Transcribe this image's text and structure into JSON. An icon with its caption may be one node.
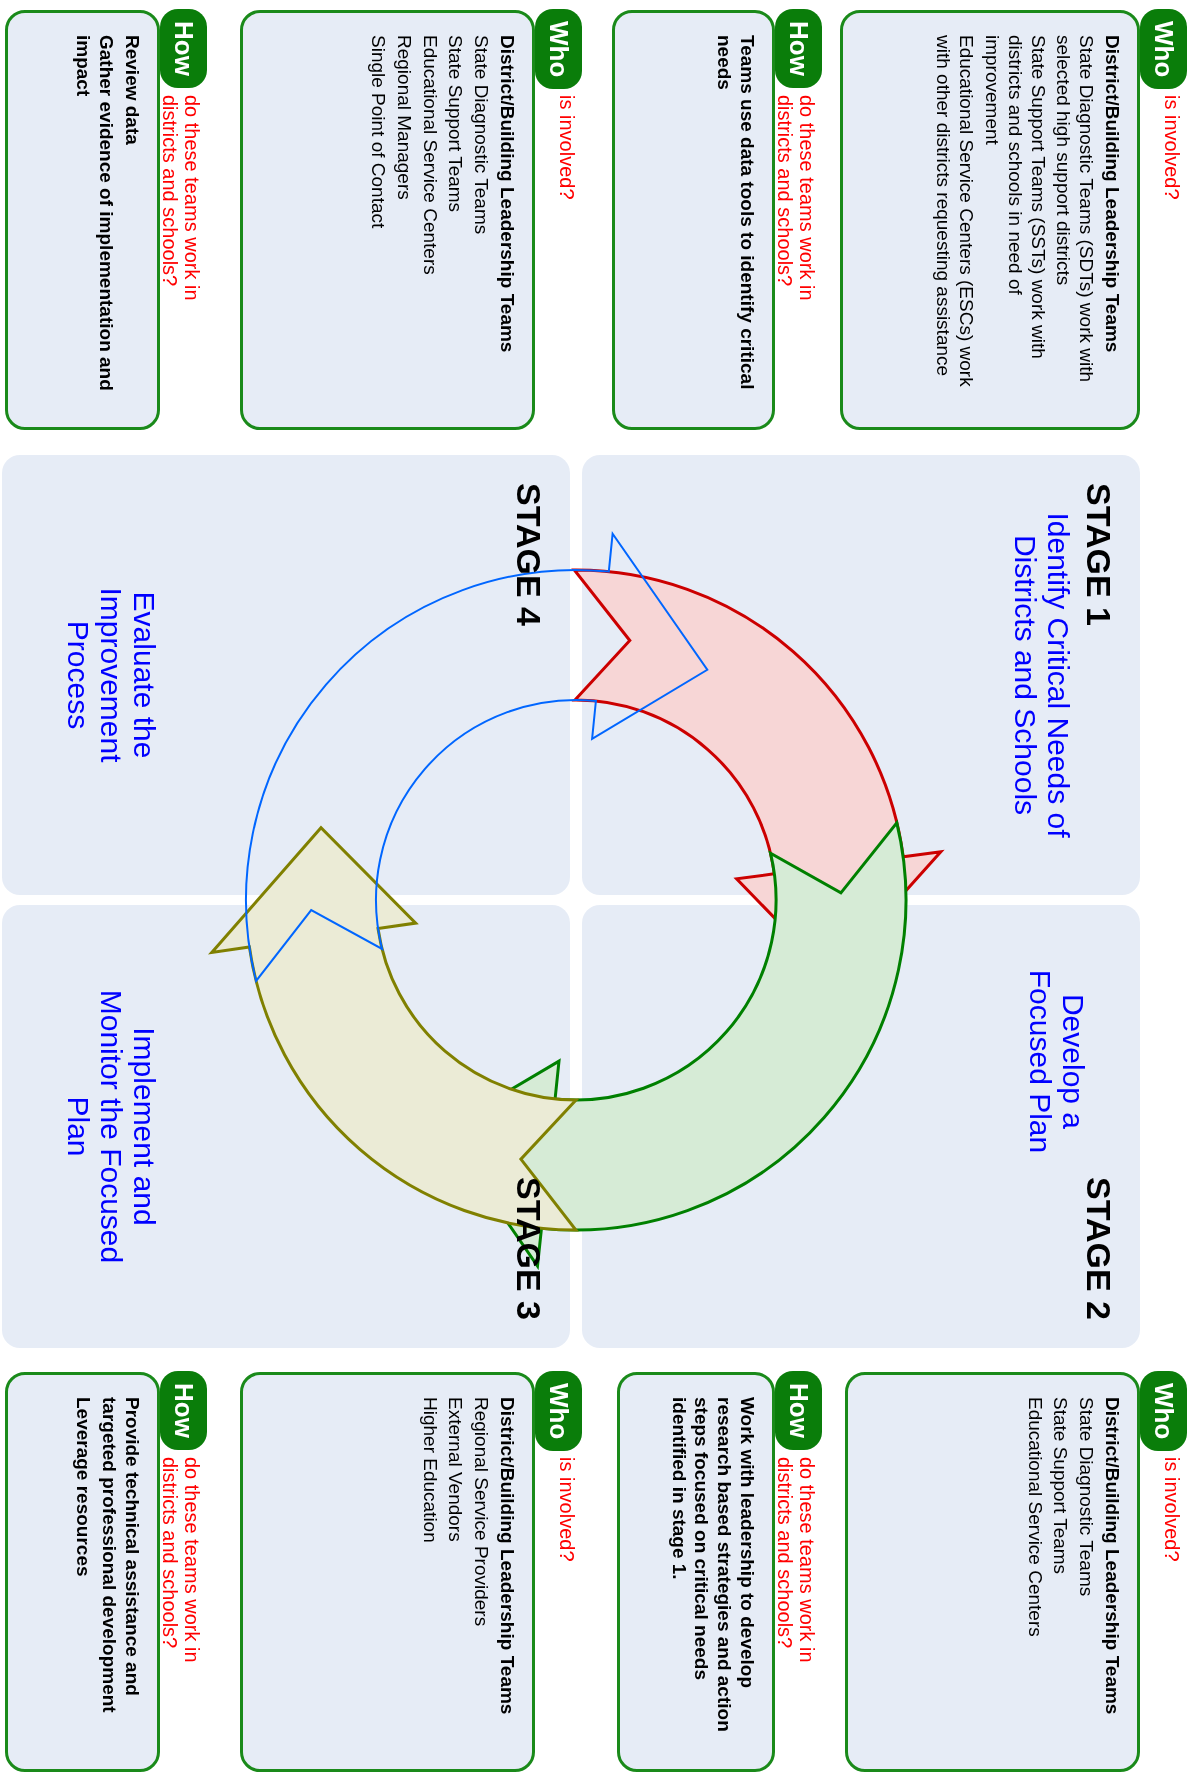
{
  "diagram": {
    "nodes": [
      {
        "text": [
          "STAGE 1",
          "Identify Critical Needs of Districts and Schools"
        ]
      },
      {
        "text": [
          "Who",
          "is involved?",
          "District/Building Leadership Teams",
          "State Diagnostic Teams (SDTs) work with selected high support districts",
          "State Support Teams (SSTs) work with districts and schools in need of improvement",
          "Educational Service Centers (ESCs) work with other districts requesting assistance"
        ]
      },
      {
        "text": [
          "How",
          "do these teams work in districts and schools?",
          "Teams use data tools to identify critical needs"
        ]
      },
      {
        "text": [
          "STAGE 2",
          "Develop a Focused Plan"
        ]
      },
      {
        "text": [
          "Who",
          "is involved?",
          "District/Building Leadership Teams",
          "State Diagnostic Teams",
          "State Support Teams",
          "Educational Service Centers"
        ]
      },
      {
        "text": [
          "How",
          "do these teams work in districts and schools?",
          "Work with leadership to develop research based strategies and action steps focused on critical needs identified in stage 1."
        ]
      },
      {
        "text": [
          "STAGE 3",
          "Implement and Monitor the Focused Plan"
        ]
      },
      {
        "text": [
          "Who",
          "is involved?",
          "District/Building Leadership Teams",
          "Regional Service Providers",
          "External Vendors",
          "Higher Education"
        ]
      },
      {
        "text": [
          "How",
          "do these teams work in districts and schools?",
          "Provide technical assistance and targeted professional development",
          "Leverage resources"
        ]
      },
      {
        "text": [
          "STAGE 4",
          "Evaluate the Improvement Process"
        ]
      },
      {
        "text": [
          "Who",
          "is involved?",
          "District/Building Leadership Teams",
          "State Diagnostic Teams",
          "State Support Teams",
          "Educational Service Centers",
          "Regional Managers",
          "Single Point of Contact"
        ]
      },
      {
        "text": [
          "How",
          "do these teams work in districts and schools?",
          "Review data",
          "Gather evidence of implementation and impact"
        ]
      }
    ],
    "edges": [
      {
        "from": 0,
        "to": 3,
        "arrow": "to",
        "style": "thick",
        "color": "#cc0000"
      },
      {
        "from": 3,
        "to": 6,
        "arrow": "to",
        "style": "thick",
        "color": "#008000"
      },
      {
        "from": 6,
        "to": 9,
        "arrow": "to",
        "style": "thick",
        "color": "#808000"
      },
      {
        "from": 9,
        "to": 0,
        "arrow": "to",
        "color": "#0066ff"
      }
    ]
  }
}
